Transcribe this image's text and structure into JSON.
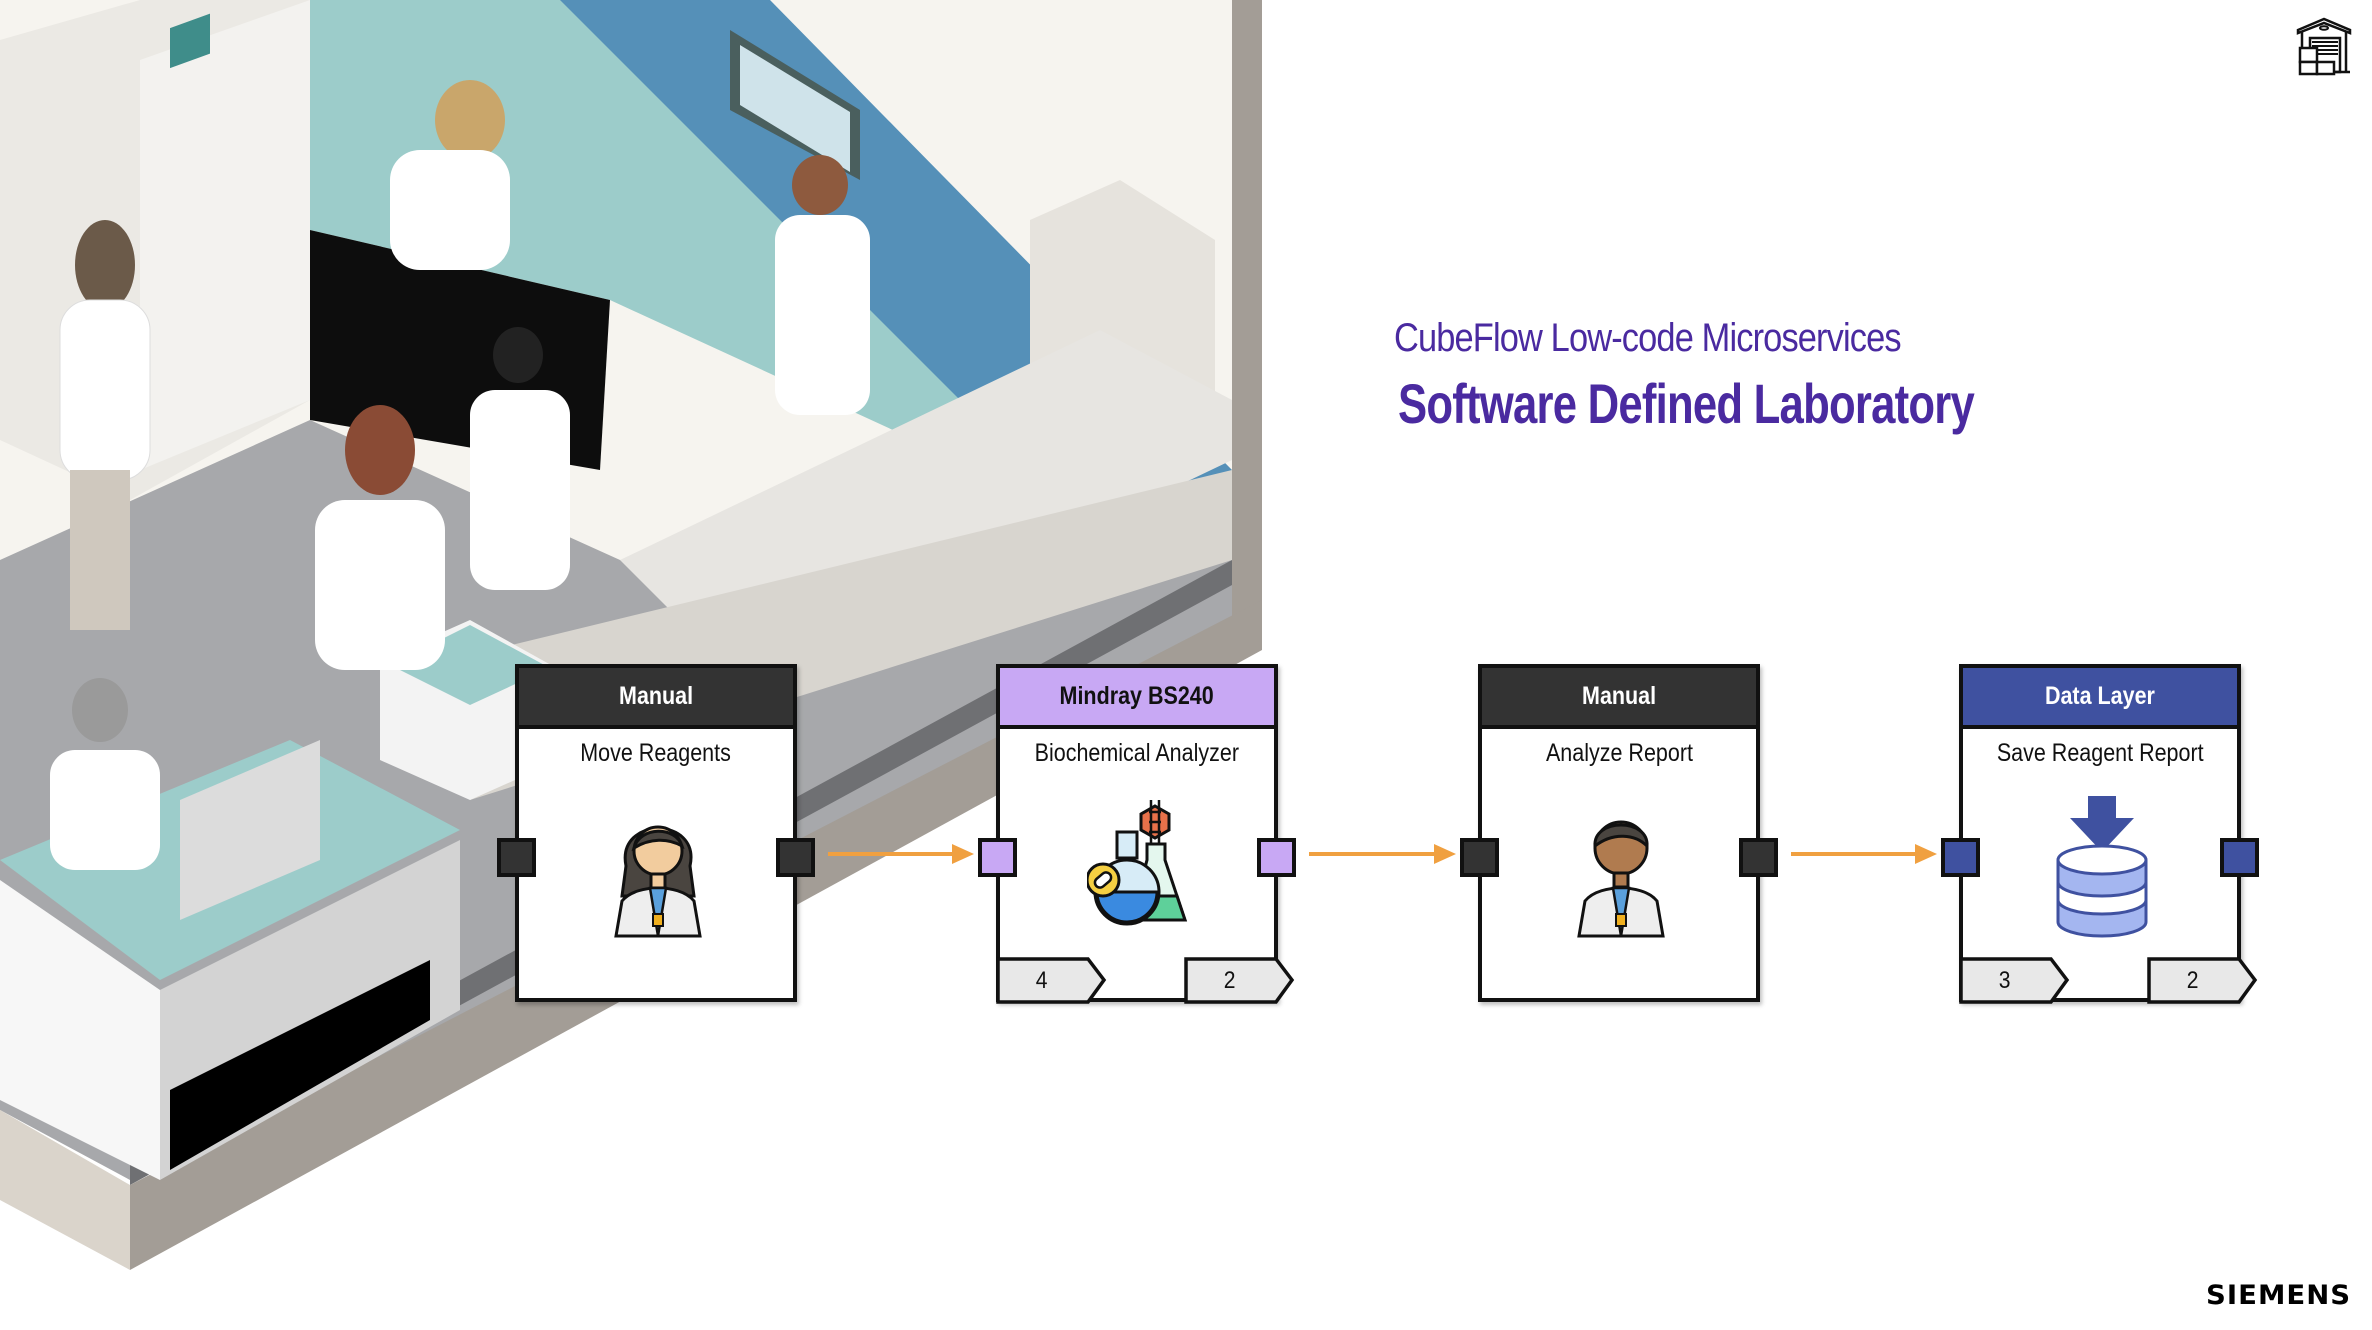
{
  "header": {
    "subtitle": "CubeFlow Low-code Microservices",
    "title": "Software Defined Laboratory",
    "corner_icon": "warehouse-icon"
  },
  "brand": {
    "logo_text": "SIEMENS"
  },
  "illustration": {
    "description": "isometric laboratory with scientists",
    "icon": "lab-illustration"
  },
  "colors": {
    "title": "#4a2aa0",
    "manual": "#333333",
    "device": "#c8a8f4",
    "data_layer": "#3f51a0",
    "connector": "#f0a040",
    "flag_fill": "#e8e8e8"
  },
  "flow": {
    "nodes": [
      {
        "type": "Manual",
        "name": "Move Reagents",
        "icon": "female-scientist-icon",
        "header_color": "#333333",
        "header_text_color": "#ffffff",
        "port_color": "#333333",
        "flags": []
      },
      {
        "type": "Mindray BS240",
        "name": "Biochemical Analyzer",
        "icon": "chemistry-flask-icon",
        "header_color": "#c8a8f4",
        "header_text_color": "#111111",
        "port_color": "#c8a8f4",
        "flags": [
          "4",
          "2"
        ]
      },
      {
        "type": "Manual",
        "name": "Analyze Report",
        "icon": "male-scientist-icon",
        "header_color": "#333333",
        "header_text_color": "#ffffff",
        "port_color": "#333333",
        "flags": []
      },
      {
        "type": "Data Layer",
        "name": "Save Reagent Report",
        "icon": "database-save-icon",
        "header_color": "#3f51a0",
        "header_text_color": "#ffffff",
        "port_color": "#3f51a0",
        "flags": [
          "3",
          "2"
        ]
      }
    ],
    "connections": [
      {
        "from": "Move Reagents",
        "to": "Biochemical Analyzer"
      },
      {
        "from": "Biochemical Analyzer",
        "to": "Analyze Report"
      },
      {
        "from": "Analyze Report",
        "to": "Save Reagent Report"
      }
    ]
  }
}
